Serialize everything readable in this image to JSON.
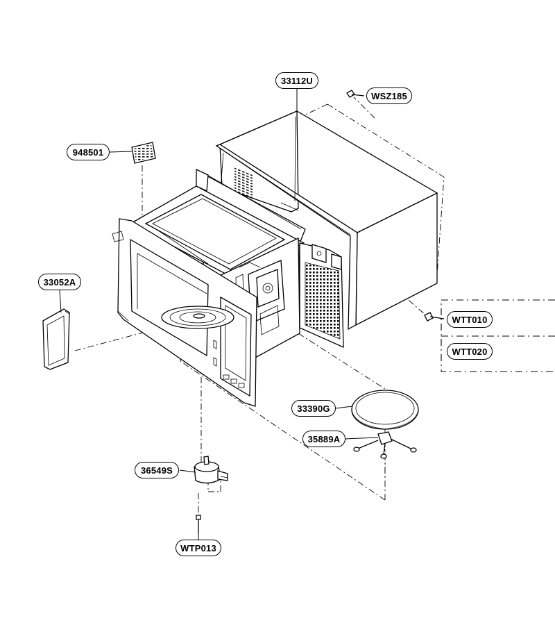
{
  "labels": {
    "p33112U": "33112U",
    "pWSZ185": "WSZ185",
    "p948501": "948501",
    "p33052A": "33052A",
    "pWTT010": "WTT010",
    "pWTT020": "WTT020",
    "p33390G": "33390G",
    "p35889A": "35889A",
    "p36549S": "36549S",
    "pWTP013": "WTP013"
  }
}
